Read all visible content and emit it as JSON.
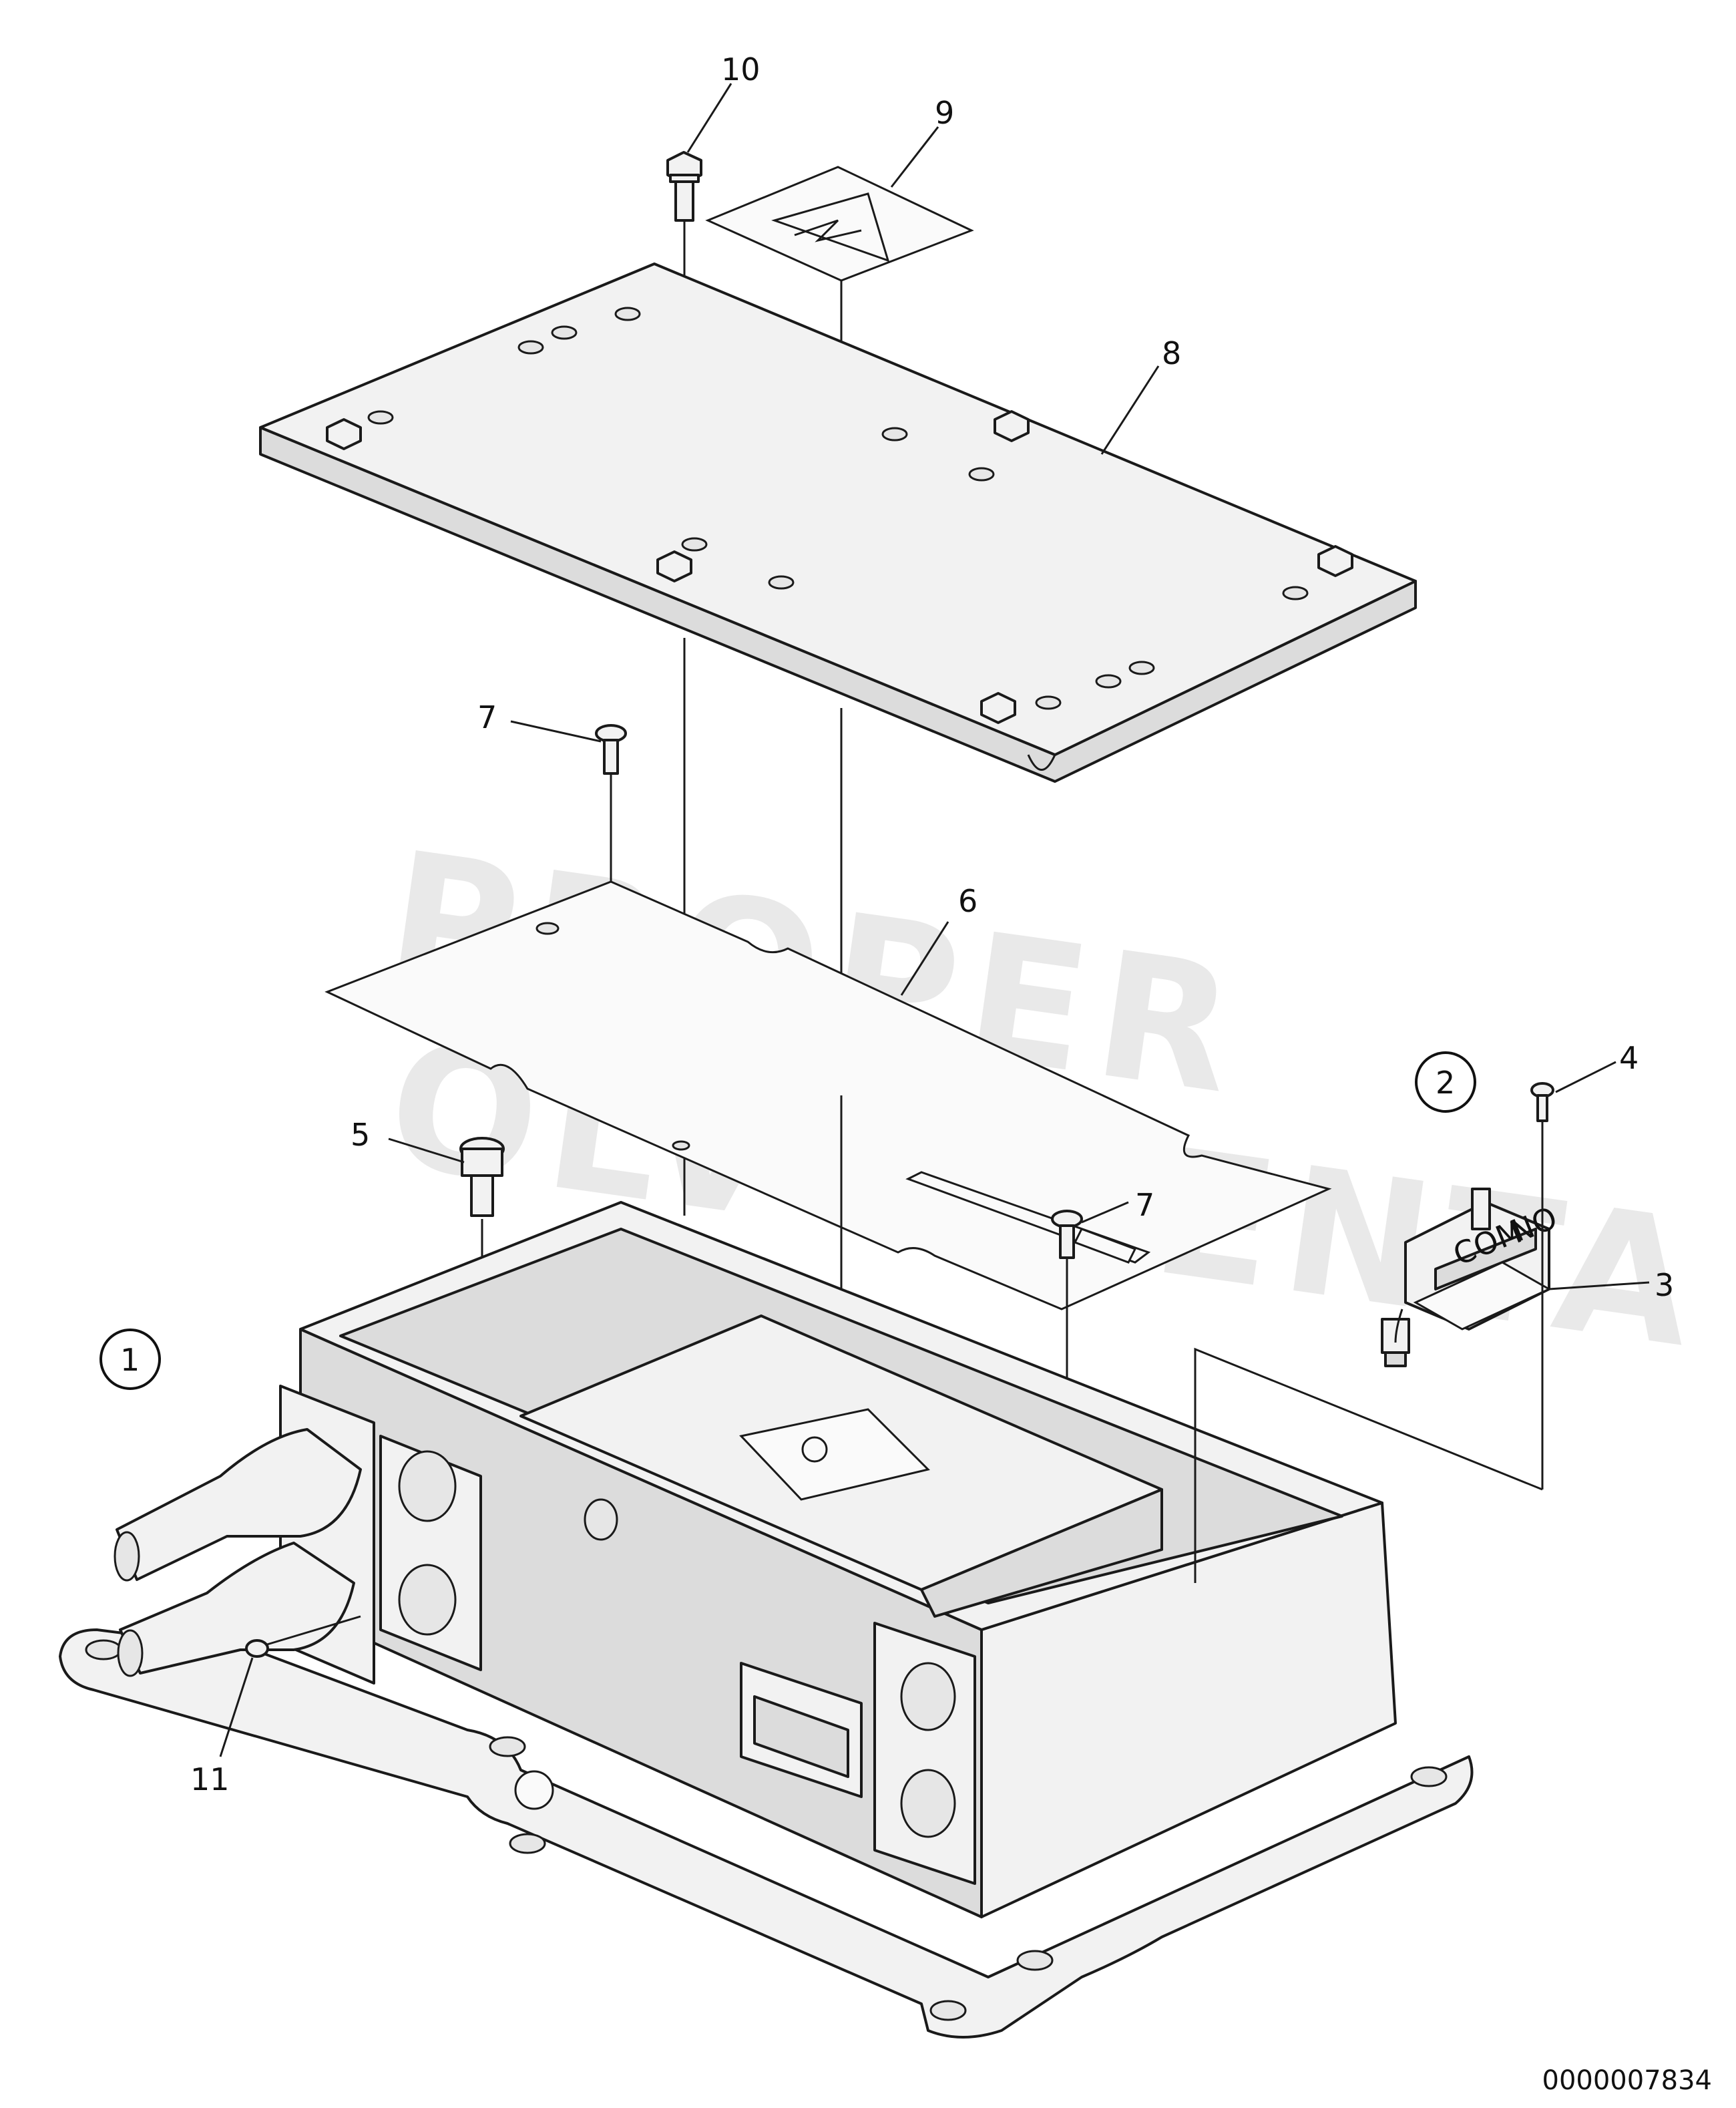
{
  "callouts": {
    "c1": "1",
    "c2": "2",
    "c3": "3",
    "c4": "4",
    "c5": "5",
    "c6": "6",
    "c7a": "7",
    "c7b": "7",
    "c8": "8",
    "c9": "9",
    "c10": "10",
    "c11": "11"
  },
  "switch_labels": {
    "com": "COM",
    "no": "NO"
  },
  "watermark": {
    "line1": "PROPER",
    "line2": "OLVO PENTA"
  },
  "drawing_number": "0000007834"
}
